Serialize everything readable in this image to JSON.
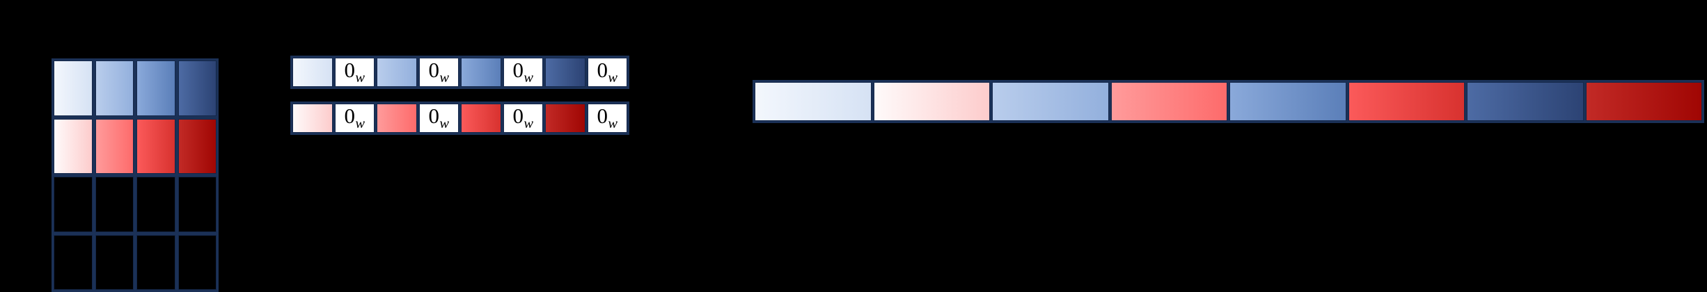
{
  "figure": {
    "background_color": "#000000",
    "grid_line_color": "#1b3157",
    "panels": [
      "matrix",
      "tokens",
      "strip"
    ]
  },
  "palette": {
    "blue_1": "#f3f7fd",
    "blue_1_end": "#d6e2f4",
    "blue_2": "#b9cdec",
    "blue_2_end": "#93b0dd",
    "blue_3": "#8aa9da",
    "blue_3_end": "#5b7fb9",
    "blue_4": "#4d6ba4",
    "blue_4_end": "#2c4374",
    "red_1": "#fefafa",
    "red_1_end": "#fdcccc",
    "red_2": "#ff9b9b",
    "red_2_end": "#fd6b6b",
    "red_3": "#fb5a5a",
    "red_3_end": "#d8322f",
    "red_4": "#c22a26",
    "red_4_end": "#a00603",
    "white": "#ffffff",
    "black": "#000000",
    "border": "#16294c"
  },
  "matrix": {
    "name": "feature-matrix",
    "rows": 4,
    "cols": 4,
    "cells": [
      [
        {
          "name": "blue-0",
          "kind": "blue",
          "level": 1
        },
        {
          "name": "blue-1",
          "kind": "blue",
          "level": 2
        },
        {
          "name": "blue-2",
          "kind": "blue",
          "level": 3
        },
        {
          "name": "blue-3",
          "kind": "blue",
          "level": 4
        }
      ],
      [
        {
          "name": "red-0",
          "kind": "red",
          "level": 1
        },
        {
          "name": "red-1",
          "kind": "red",
          "level": 2
        },
        {
          "name": "red-2",
          "kind": "red",
          "level": 3
        },
        {
          "name": "red-3",
          "kind": "red",
          "level": 4
        }
      ],
      [
        {
          "name": "empty-0",
          "kind": "empty",
          "level": 0
        },
        {
          "name": "empty-1",
          "kind": "empty",
          "level": 0
        },
        {
          "name": "empty-2",
          "kind": "empty",
          "level": 0
        },
        {
          "name": "empty-3",
          "kind": "empty",
          "level": 0
        }
      ],
      [
        {
          "name": "empty-4",
          "kind": "empty",
          "level": 0
        },
        {
          "name": "empty-5",
          "kind": "empty",
          "level": 0
        },
        {
          "name": "empty-6",
          "kind": "empty",
          "level": 0
        },
        {
          "name": "empty-7",
          "kind": "empty",
          "level": 0
        }
      ]
    ]
  },
  "tokens": {
    "name": "token-sequences",
    "label_text": "0",
    "label_subscript": "w",
    "rows": [
      {
        "name": "blue-token-row",
        "cells": [
          {
            "kind": "blue",
            "level": 1,
            "label": null
          },
          {
            "kind": "label",
            "level": 0,
            "label": "0w"
          },
          {
            "kind": "blue",
            "level": 2,
            "label": null
          },
          {
            "kind": "label",
            "level": 0,
            "label": "0w"
          },
          {
            "kind": "blue",
            "level": 3,
            "label": null
          },
          {
            "kind": "label",
            "level": 0,
            "label": "0w"
          },
          {
            "kind": "blue",
            "level": 4,
            "label": null
          },
          {
            "kind": "label",
            "level": 0,
            "label": "0w"
          }
        ]
      },
      {
        "name": "red-token-row",
        "cells": [
          {
            "kind": "red",
            "level": 1,
            "label": null
          },
          {
            "kind": "label",
            "level": 0,
            "label": "0w"
          },
          {
            "kind": "red",
            "level": 2,
            "label": null
          },
          {
            "kind": "label",
            "level": 0,
            "label": "0w"
          },
          {
            "kind": "red",
            "level": 3,
            "label": null
          },
          {
            "kind": "label",
            "level": 0,
            "label": "0w"
          },
          {
            "kind": "red",
            "level": 4,
            "label": null
          },
          {
            "kind": "label",
            "level": 0,
            "label": "0w"
          }
        ]
      }
    ]
  },
  "strip": {
    "name": "interleaved-strip",
    "cells": [
      {
        "kind": "blue",
        "level": 1
      },
      {
        "kind": "red",
        "level": 1
      },
      {
        "kind": "blue",
        "level": 2
      },
      {
        "kind": "red",
        "level": 2
      },
      {
        "kind": "blue",
        "level": 3
      },
      {
        "kind": "red",
        "level": 3
      },
      {
        "kind": "blue",
        "level": 4
      },
      {
        "kind": "red",
        "level": 4
      }
    ]
  }
}
